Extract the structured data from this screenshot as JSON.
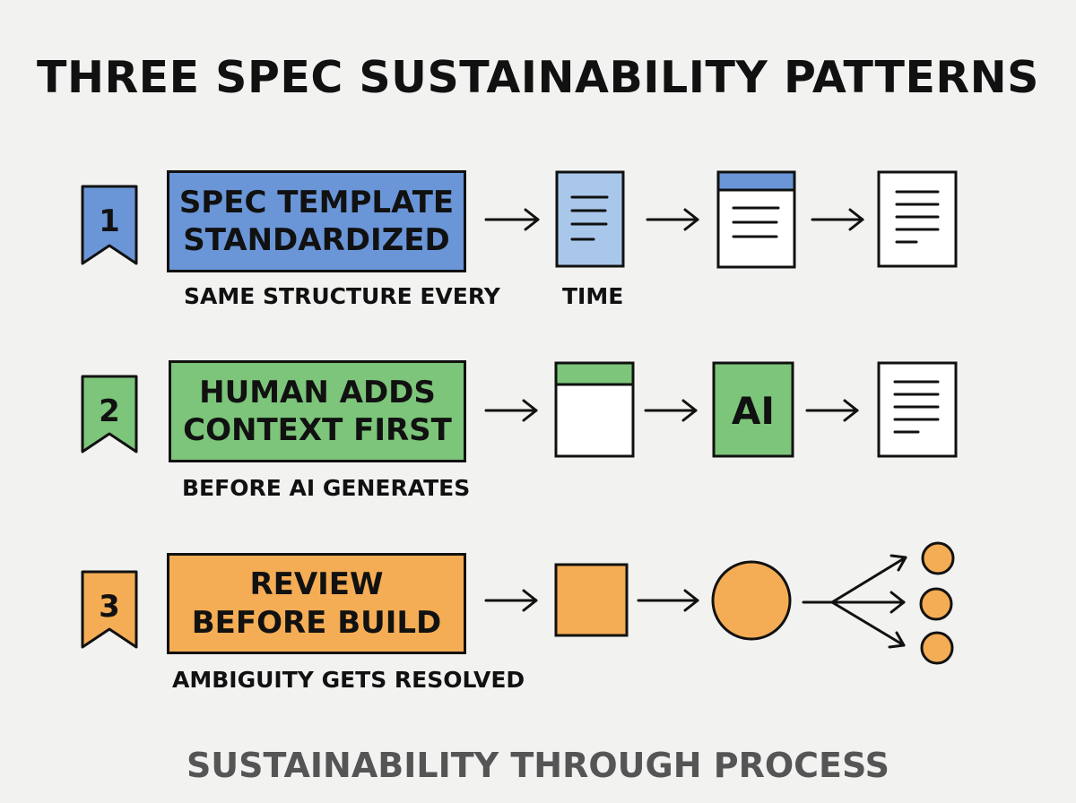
{
  "title": "THREE SPEC SUSTAINABILITY PATTERNS",
  "footer": "SUSTAINABILITY THROUGH PROCESS",
  "colors": {
    "blue": "#6a96d8",
    "light_blue": "#a9c7ea",
    "green": "#7cc57a",
    "orange": "#f4ad55",
    "ink": "#111111"
  },
  "patterns": [
    {
      "number": "1",
      "label": "SPEC TEMPLATE\nSTANDARDIZED",
      "subtitle_left": "SAME STRUCTURE EVERY",
      "subtitle_right": "TIME",
      "color": "#6a96d8"
    },
    {
      "number": "2",
      "label": "HUMAN ADDS\nCONTEXT FIRST",
      "subtitle_left": "BEFORE AI GENERATES",
      "color": "#7cc57a"
    },
    {
      "number": "3",
      "label": "REVIEW\nBEFORE BUILD",
      "subtitle_left": "AMBIGUITY GETS RESOLVED",
      "color": "#f4ad55"
    }
  ],
  "ai_label": "AI"
}
